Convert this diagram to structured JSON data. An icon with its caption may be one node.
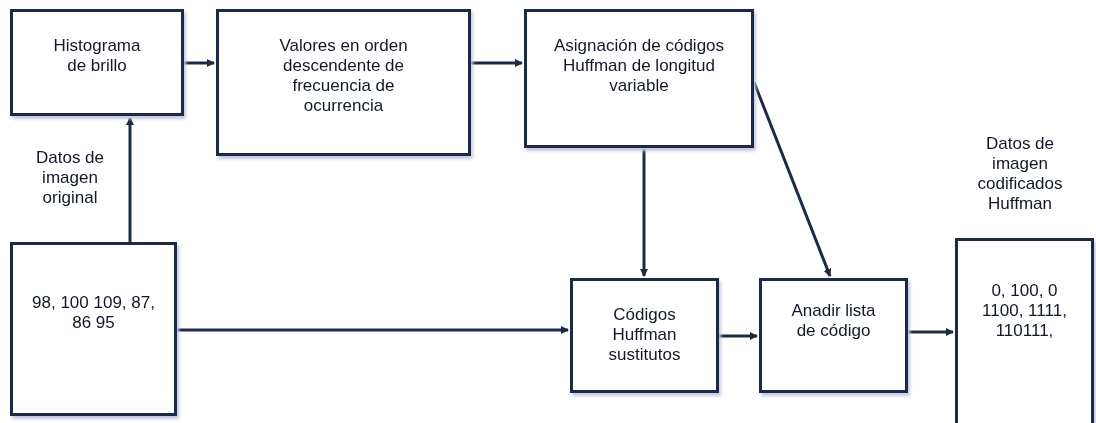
{
  "diagram": {
    "nodes": [
      {
        "text": [
          "Histograma de brillo"
        ]
      },
      {
        "text": [
          "Valores en orden descendente de frecuencia de ocurrencia"
        ]
      },
      {
        "text": [
          "Asignación de códigos Huffman de longitud variable"
        ]
      },
      {
        "text": [
          "98, 100 109, 87, 86 95"
        ],
        "beside": [
          "Datos de imagen original"
        ]
      },
      {
        "text": [
          "Códigos Huffman sustitutos"
        ]
      },
      {
        "text": [
          "Anadir lista de código"
        ]
      },
      {
        "text": [
          "0, 100, 0 1100, 1111, 110111,"
        ],
        "beside": [
          "Datos de imagen codificados Huffman"
        ]
      }
    ],
    "edges": [
      {
        "from": 3,
        "to": 0,
        "arrow": "to"
      },
      {
        "from": 0,
        "to": 1,
        "arrow": "to"
      },
      {
        "from": 1,
        "to": 2,
        "arrow": "to"
      },
      {
        "from": 2,
        "to": 4,
        "arrow": "to"
      },
      {
        "from": 2,
        "to": 5,
        "arrow": "to"
      },
      {
        "from": 3,
        "to": 4,
        "arrow": "to"
      },
      {
        "from": 4,
        "to": 5,
        "arrow": "to"
      },
      {
        "from": 5,
        "to": 6,
        "arrow": "to"
      }
    ]
  }
}
